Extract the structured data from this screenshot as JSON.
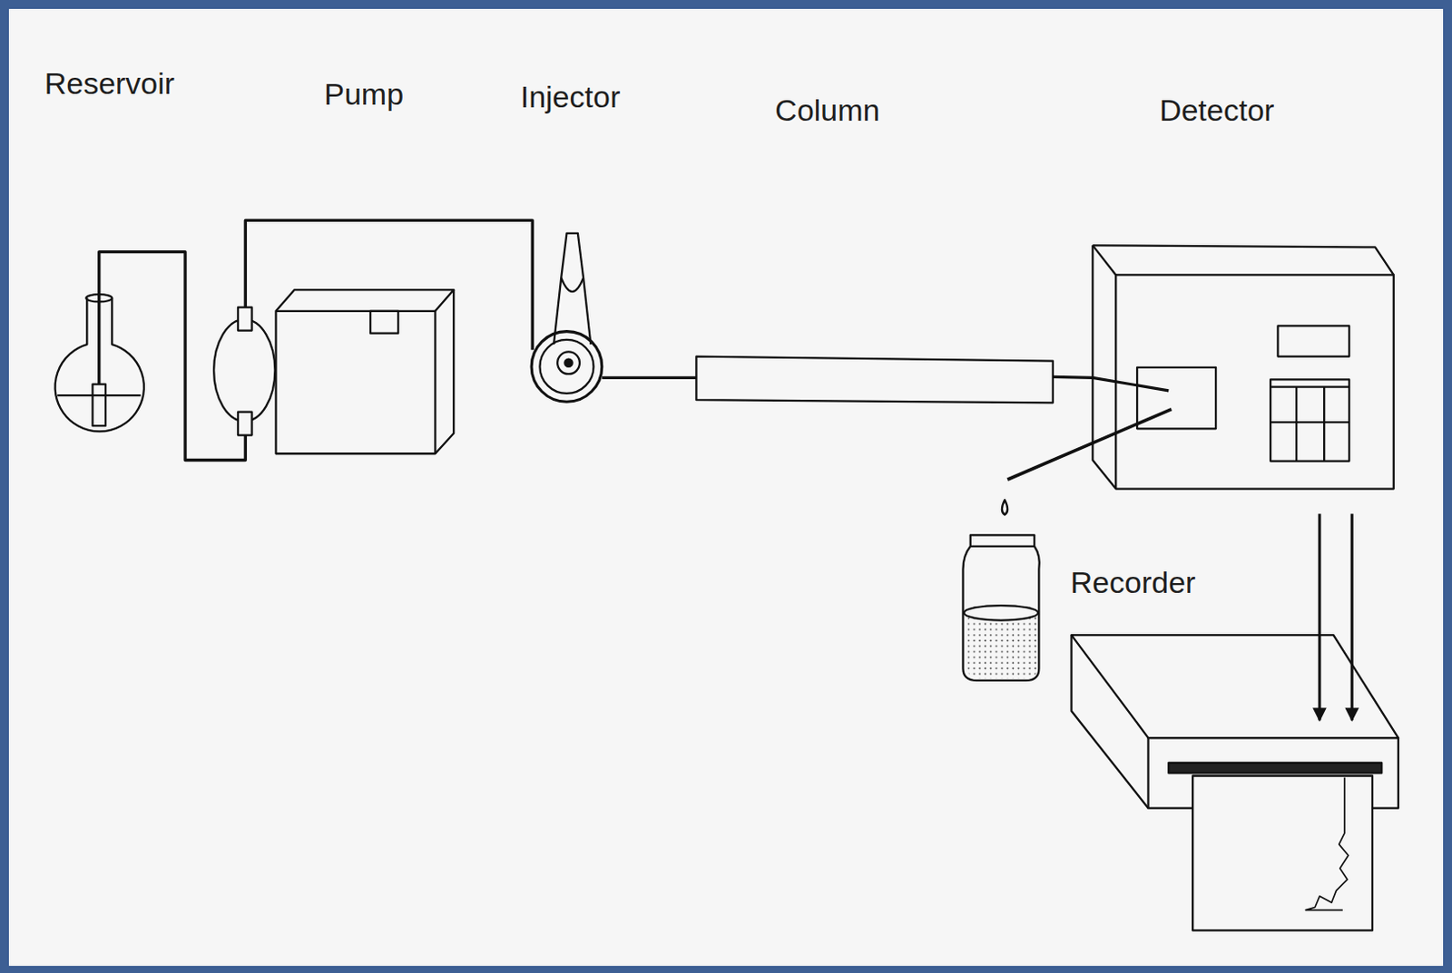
{
  "diagram": {
    "labels": [
      "Reservoir",
      "Pump",
      "Injector",
      "Column",
      "Detector",
      "Recorder"
    ]
  }
}
